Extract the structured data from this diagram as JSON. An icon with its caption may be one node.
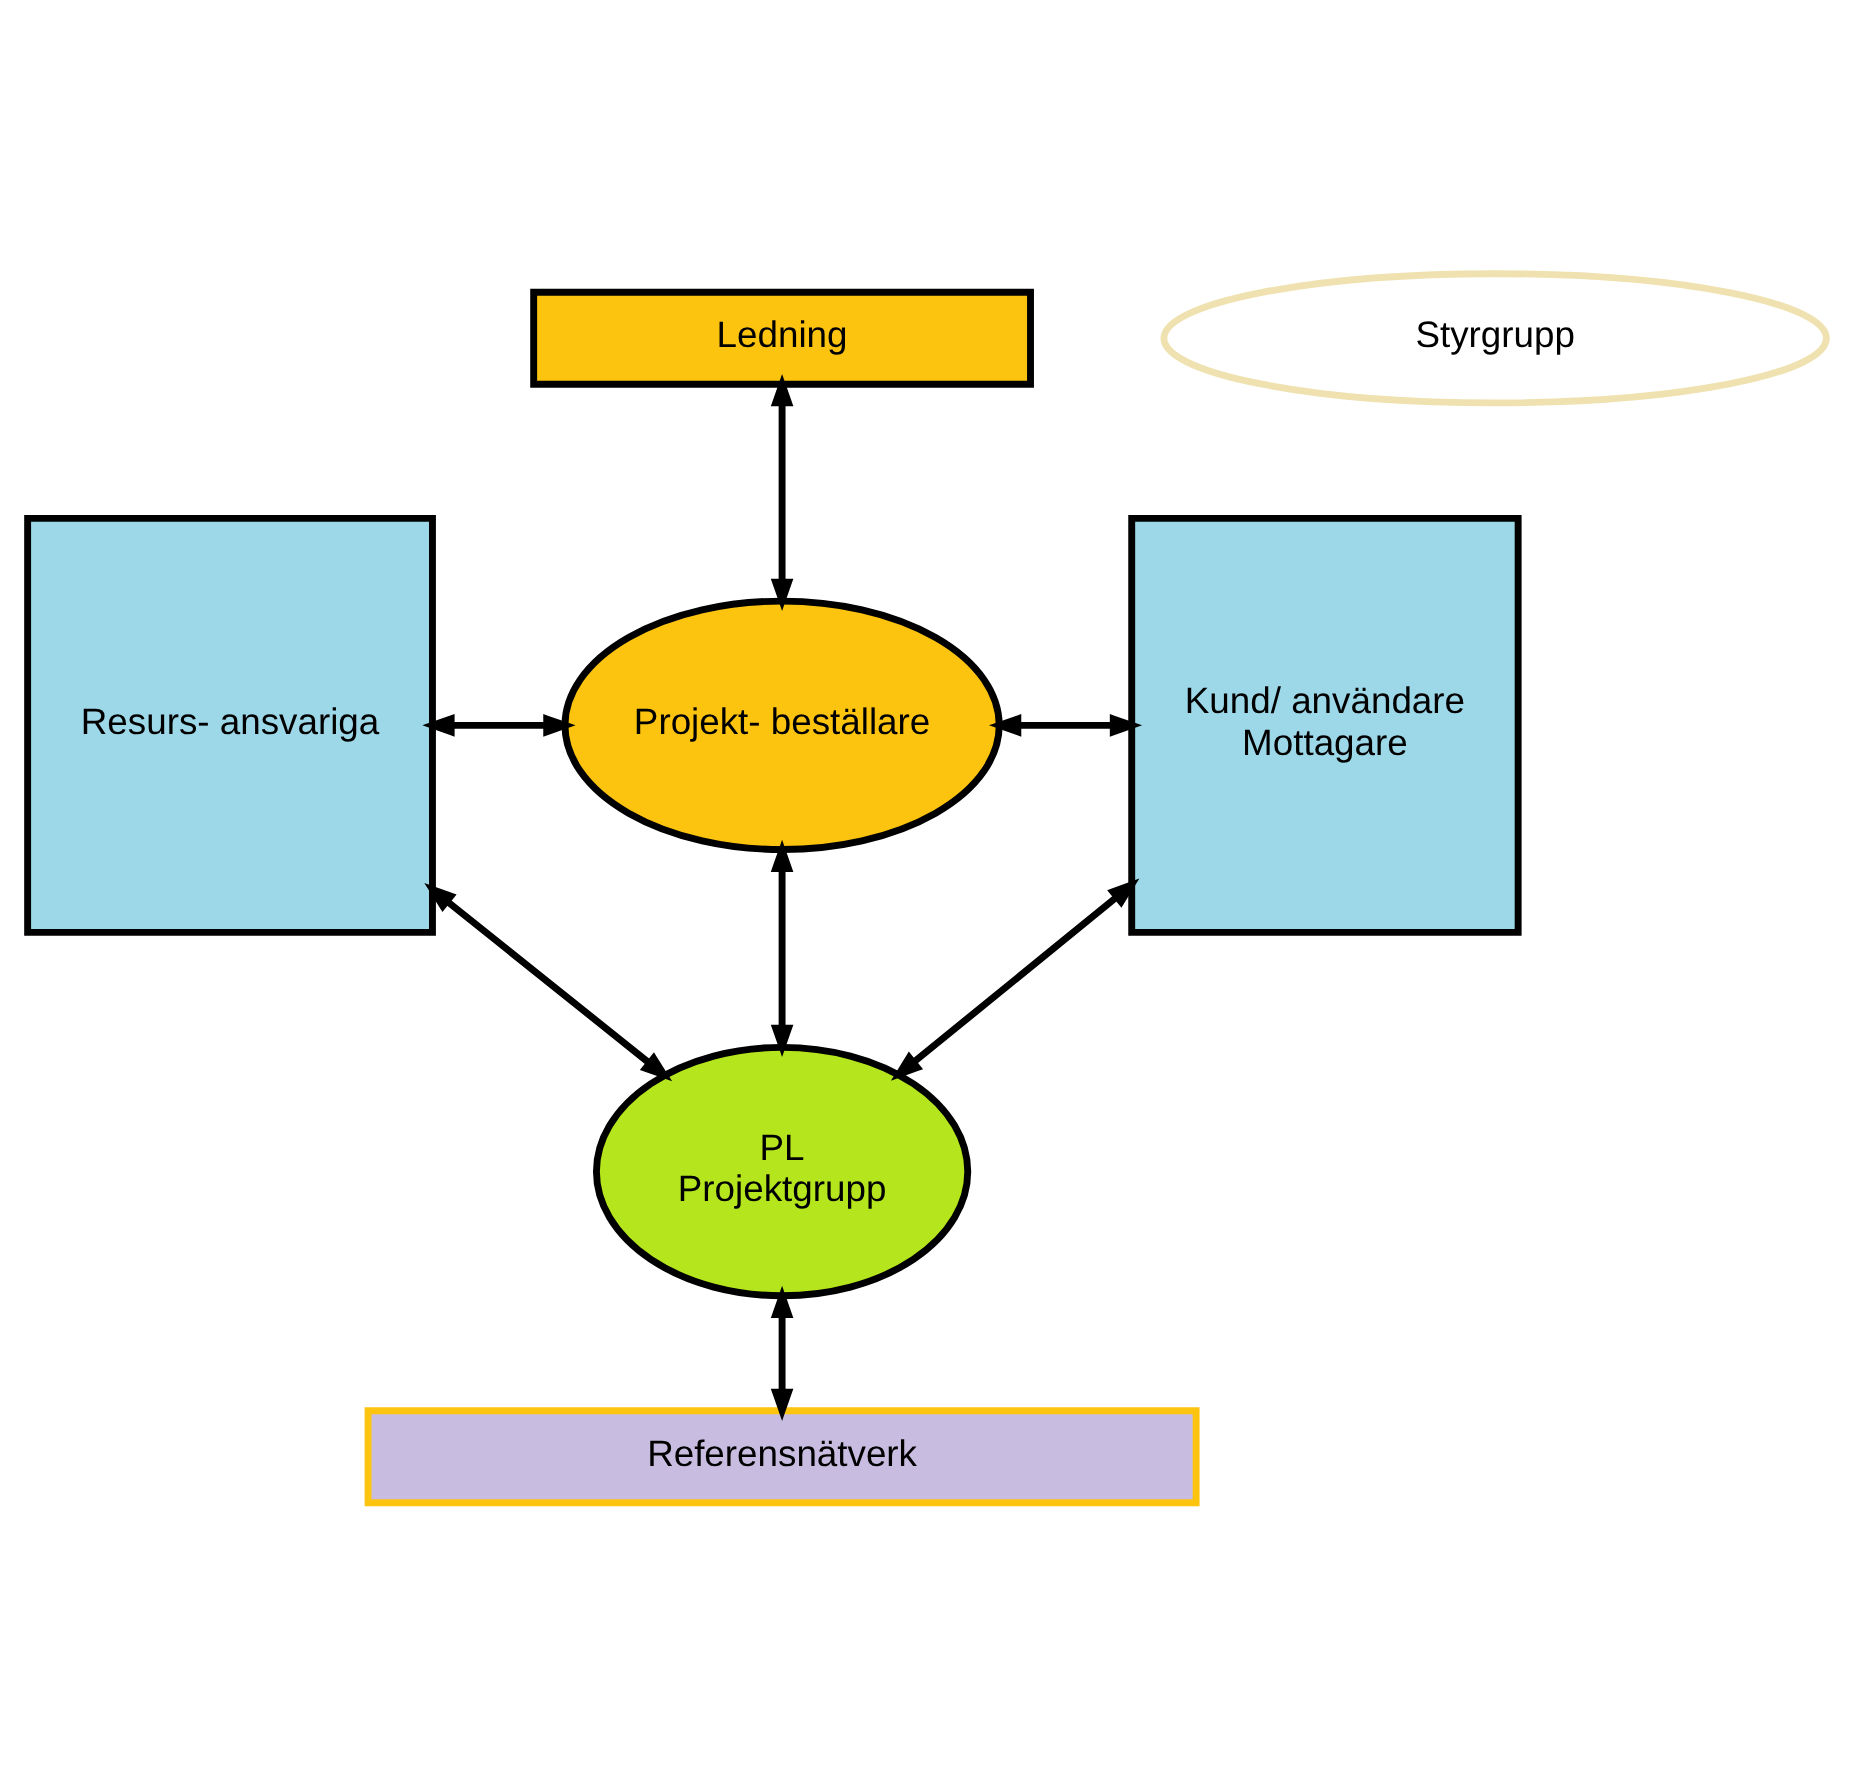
{
  "diagram": {
    "nodes": [
      {
        "text": [
          "Ledning"
        ]
      },
      {
        "text": [
          "Styrgrupp"
        ]
      },
      {
        "text": [
          "Resurs- ansvariga"
        ]
      },
      {
        "text": [
          "Projekt- beställare"
        ]
      },
      {
        "text": [
          "Kund/ användare",
          "Mottagare"
        ]
      },
      {
        "text": [
          "PL",
          "Projektgrupp"
        ]
      },
      {
        "text": [
          "Referensnätverk"
        ]
      }
    ],
    "edges": [
      {
        "from": 0,
        "to": 3,
        "arrow": "both"
      },
      {
        "from": 2,
        "to": 3,
        "arrow": "both"
      },
      {
        "from": 3,
        "to": 4,
        "arrow": "both"
      },
      {
        "from": 3,
        "to": 5,
        "arrow": "both"
      },
      {
        "from": 2,
        "to": 5,
        "arrow": "both"
      },
      {
        "from": 5,
        "to": 4,
        "arrow": "both"
      },
      {
        "from": 5,
        "to": 6,
        "arrow": "both"
      }
    ]
  }
}
